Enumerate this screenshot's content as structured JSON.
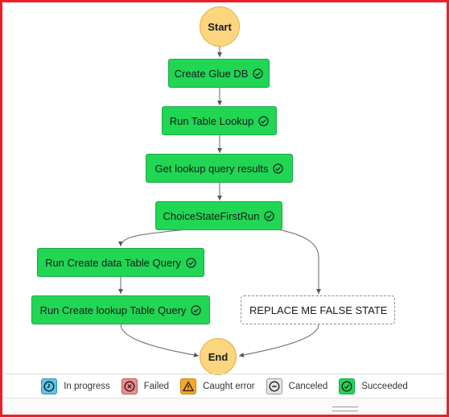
{
  "diagram": {
    "start_label": "Start",
    "end_label": "End",
    "states": {
      "create_glue_db": "Create Glue DB",
      "run_table_lookup": "Run Table Lookup",
      "get_lookup_query_results": "Get lookup query results",
      "choice_state_first_run": "ChoiceStateFirstRun",
      "run_create_data_table_query": "Run Create data Table Query",
      "run_create_lookup_table_query": "Run Create lookup Table Query",
      "replace_me_false_state": "REPLACE ME FALSE STATE"
    }
  },
  "legend": {
    "in_progress": "In progress",
    "failed": "Failed",
    "caught_error": "Caught error",
    "canceled": "Canceled",
    "succeeded": "Succeeded"
  },
  "colors": {
    "succeeded": "#21d653",
    "start_end": "#fbd67e",
    "in_progress": "#5fc3e4",
    "failed": "#f08c8c",
    "caught_error": "#f5a623",
    "canceled": "#e6e6e6",
    "frame": "#e8202a"
  }
}
